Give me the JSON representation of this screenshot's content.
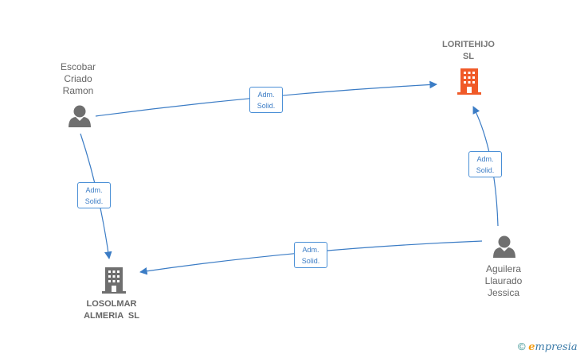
{
  "nodes": {
    "person_top_left": {
      "lines": [
        "Escobar",
        "Criado",
        "Ramon"
      ]
    },
    "company_top_right": {
      "lines": [
        "LORITEHIJO",
        "SL"
      ]
    },
    "person_bottom_right": {
      "lines": [
        "Aguilera",
        "Llaurado",
        "Jessica"
      ]
    },
    "company_bottom_left": {
      "lines": [
        "LOSOLMAR",
        "ALMERIA  SL"
      ]
    }
  },
  "edges": [
    {
      "line1": "Adm.",
      "line2": "Solid."
    },
    {
      "line1": "Adm.",
      "line2": "Solid."
    },
    {
      "line1": "Adm.",
      "line2": "Solid."
    },
    {
      "line1": "Adm.",
      "line2": "Solid."
    }
  ],
  "colors": {
    "edge": "#3b7cc5",
    "person": "#6f6f6f",
    "company": "#6f6f6f",
    "company_highlight": "#f05a28"
  },
  "brand": {
    "copyright": "©",
    "e": "e",
    "rest": "mpresia"
  }
}
